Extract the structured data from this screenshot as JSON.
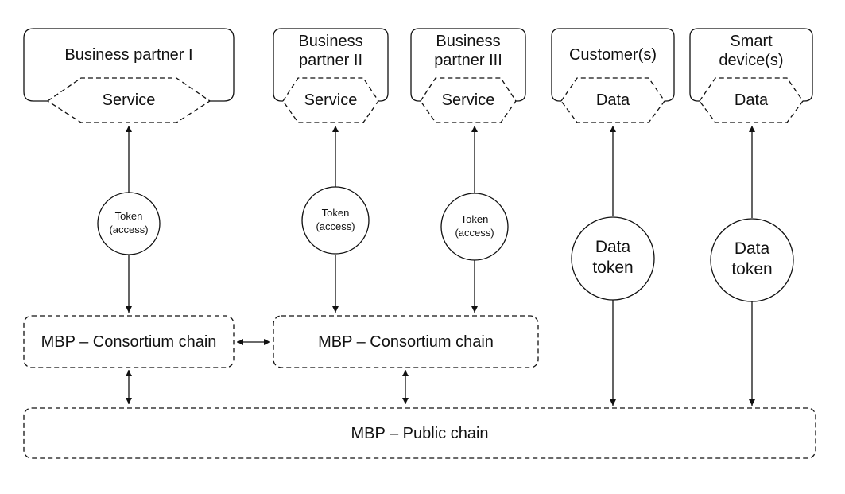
{
  "parties": [
    {
      "title": "Business partner I",
      "exchange": "Service",
      "token": "Token\n(access)"
    },
    {
      "title": "Business\npartner II",
      "exchange": "Service",
      "token": "Token\n(access)"
    },
    {
      "title": "Business\npartner III",
      "exchange": "Service",
      "token": "Token\n(access)"
    },
    {
      "title": "Customer(s)",
      "exchange": "Data",
      "token": "Data\ntoken"
    },
    {
      "title": "Smart\ndevice(s)",
      "exchange": "Data",
      "token": "Data\ntoken"
    }
  ],
  "chains": {
    "consortium_left": "MBP – Consortium chain",
    "consortium_right": "MBP – Consortium chain",
    "public": "MBP – Public chain"
  },
  "style": {
    "stroke": "#111111",
    "background": "#ffffff"
  }
}
